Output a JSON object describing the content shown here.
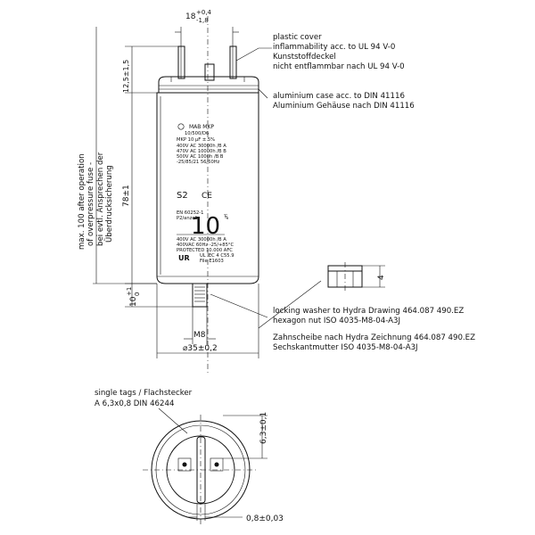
{
  "annotations": {
    "plastic_cover": [
      "plastic cover",
      "inflammability acc. to UL 94 V-0",
      "Kunststoffdeckel",
      "nicht entflammbar nach UL 94 V-0"
    ],
    "aluminium_case": [
      "aluminium case acc. to  DIN 41116",
      "Aluminium Gehäuse nach DIN 41116"
    ],
    "washer_nut": [
      "locking washer to Hydra Drawing 464.087 490.EZ",
      "hexagon nut ISO 4035-M8-04-A3J",
      "Zahnscheibe nach Hydra Zeichnung 464.087 490.EZ",
      "Sechskantmutter ISO 4035-M8-04-A3J"
    ],
    "single_tags": [
      "single tags / Flachstecker",
      "A 6,3x0,8 DIN 46244"
    ],
    "max_elongation": [
      "max. 100 after operation",
      "of overpressure fuse -",
      "bei evtl. Ansprechen der",
      "Überdrucksicherung"
    ]
  },
  "dimensions": {
    "top_width": "18",
    "top_tol_upper": "+0,4",
    "top_tol_lower": "-1,8",
    "terminal_height": "12,5±1,5",
    "body_length": "78±1",
    "stud_length": "10",
    "stud_tol_upper": "+1",
    "stud_tol_lower": "0",
    "stud_thread": "M8",
    "diameter": "⌀35±0,2",
    "washer_thickness": "4",
    "tag_length": "6,3±0,1",
    "tag_thickness": "0,8±0,03"
  },
  "label": {
    "brand": "MAB MKP",
    "lines_top": [
      "10/500/D6",
      "MKP 10 µF ± 5%",
      "400V AC 30000h /B A",
      "470V AC 10000h /B B",
      "500V AC 1000h /B B",
      "-25/85/21 56/60Hz"
    ],
    "s2": "S2",
    "ce": "CE",
    "value": "10",
    "side_text": "µF",
    "lines_bottom": [
      "EN 60252-1",
      "P2/anzeli",
      "400V AC 30000h /B A",
      "400VAC 60Hz -25/+85°C",
      "PROTECTED  10.000 AFC",
      "UL  IEC 4 C55.9",
      "File  E1603"
    ],
    "ul": "UR"
  }
}
